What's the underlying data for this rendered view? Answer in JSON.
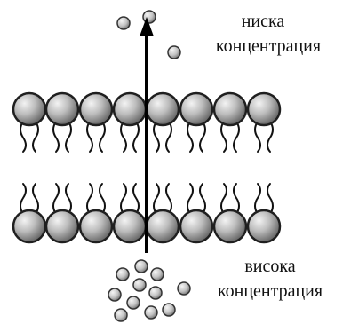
{
  "labels": {
    "low_concentration": {
      "line1": "ниска",
      "line2": "концентрация"
    },
    "high_concentration": {
      "line1": "висока",
      "line2": "концентрация"
    }
  },
  "colors": {
    "lipid_head": "#b9b9b9",
    "lipid_head_edge": "#1f1f1f",
    "lipid_tail": "#111111",
    "molecule": "#c9c9c9",
    "arrow": "#000000",
    "text": "#111111"
  },
  "icons": {
    "lipid_head": "sphere",
    "molecule": "small-sphere",
    "arrow": "up-arrow"
  }
}
